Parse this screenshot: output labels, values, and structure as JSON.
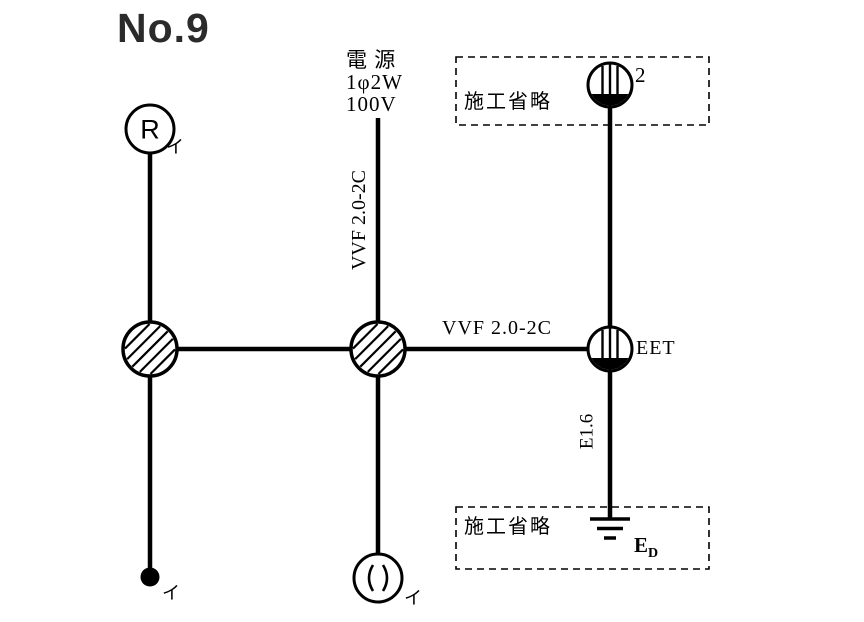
{
  "title": "No.9",
  "power_source": {
    "line1": "電 源",
    "line2": "1φ2W",
    "line3": "100V"
  },
  "cables": {
    "vertical_label": "VVF 2.0-2C",
    "horizontal_label": "VVF 2.0-2C",
    "ground_wire_label": "E1.6"
  },
  "annotations": {
    "omission_top": "施工省略",
    "omission_bottom": "施工省略"
  },
  "symbols": {
    "lamp_receptacle": {
      "letter": "R",
      "circuit_label": "イ"
    },
    "outlet_double": {
      "count_label": "2"
    },
    "outlet_eet": {
      "label": "EET"
    },
    "ground": {
      "label_main": "E",
      "label_sub": "D"
    },
    "ceiling_rosette": {
      "circuit_label": "イ"
    },
    "switch": {
      "circuit_label": "イ"
    }
  },
  "colors": {
    "ink": "#000000",
    "title": "#2b2b2b",
    "background": "#ffffff"
  }
}
